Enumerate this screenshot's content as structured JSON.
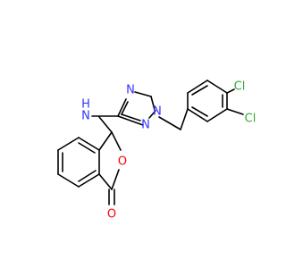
{
  "molecule": {
    "colors": {
      "carbon_bond": "#000000",
      "nitrogen": "#3333ff",
      "oxygen": "#ff0000",
      "chlorine": "#33aa33"
    },
    "atoms": {
      "nh": {
        "text": "N",
        "sub": "H",
        "element": "nitrogen"
      },
      "n_tri_top": {
        "text": "N",
        "element": "nitrogen"
      },
      "n_tri_bottom": {
        "text": "N",
        "element": "nitrogen"
      },
      "n_tri_right": {
        "text": "N",
        "element": "nitrogen"
      },
      "o_ring": {
        "text": "O",
        "element": "oxygen"
      },
      "o_carbonyl": {
        "text": "O",
        "element": "oxygen"
      },
      "cl_top": {
        "text": "Cl",
        "element": "chlorine"
      },
      "cl_bottom": {
        "text": "Cl",
        "element": "chlorine"
      }
    }
  }
}
